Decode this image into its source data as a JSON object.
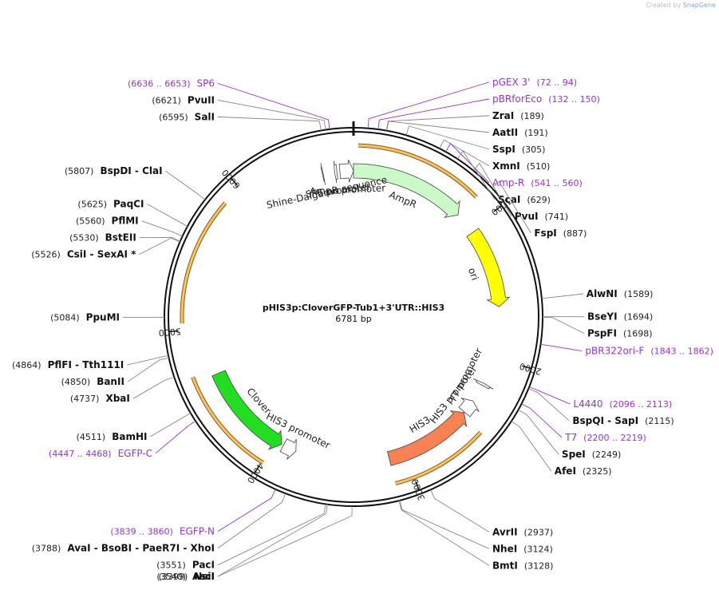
{
  "credit": {
    "prefix": "Created by",
    "brand": "SnapGene"
  },
  "plasmid": {
    "name": "pHIS3p:CloverGFP-Tub1+3'UTR::HIS3",
    "length_label": "6781 bp",
    "length": 6781
  },
  "ticks": [
    {
      "pos": 1000,
      "label": "1000"
    },
    {
      "pos": 2000,
      "label": "2000"
    },
    {
      "pos": 3000,
      "label": "3000"
    },
    {
      "pos": 4000,
      "label": "4000"
    },
    {
      "pos": 5000,
      "label": "5000"
    },
    {
      "pos": 6000,
      "label": "6000"
    }
  ],
  "features": [
    {
      "id": "ampr-promoter",
      "label": "AmpR promoter",
      "start": 6680,
      "end": 6781,
      "dir": 1,
      "color": "#ffffff"
    },
    {
      "id": "ampr",
      "label": "AmpR",
      "start": 6781,
      "end": 861,
      "dir": 1,
      "color": "#ccf9c8"
    },
    {
      "id": "ori",
      "label": "ori",
      "start": 1030,
      "end": 1619,
      "dir": 1,
      "color": "#ffff00"
    },
    {
      "id": "t7-promoter",
      "label": "T7 promoter",
      "start": 2203,
      "end": 2222,
      "dir": -1,
      "color": "#ffffff"
    },
    {
      "id": "his3-promoter-right",
      "label": "HIS3 promoter",
      "start": 2356,
      "end": 2460,
      "dir": -1,
      "color": "#ffffff"
    },
    {
      "id": "his3",
      "label": "HIS3",
      "start": 2465,
      "end": 3124,
      "dir": -1,
      "color": "#f98255"
    },
    {
      "id": "his3-promoter-left",
      "label": "HIS3 promoter",
      "start": 3828,
      "end": 3930,
      "dir": -1,
      "color": "#ffffff"
    },
    {
      "id": "clover",
      "label": "Clover",
      "start": 3945,
      "end": 4660,
      "dir": -1,
      "color": "#22dd22"
    },
    {
      "id": "sp6-promoter",
      "label": "SP6 promoter",
      "start": 6640,
      "end": 6658,
      "dir": -1,
      "color": "#ffffff"
    },
    {
      "id": "shine-dalgarno",
      "label": "Shine-Dalgarno sequence",
      "start": 6550,
      "end": 6556,
      "dir": 1,
      "color": "#ffffff"
    }
  ],
  "orfs": [
    {
      "id": "orf-ampr",
      "start": 30,
      "end": 861
    },
    {
      "id": "orf-his3",
      "start": 2490,
      "end": 3124
    },
    {
      "id": "orf-clover",
      "start": 3990,
      "end": 4700
    },
    {
      "id": "orf-left",
      "start": 5045,
      "end": 5870
    }
  ],
  "sites": [
    {
      "name": "SP6",
      "pos": "(6636 .. 6653)",
      "primer": true,
      "mid": 6644
    },
    {
      "name": "pGEX 3'",
      "pos": "(72 .. 94)",
      "primer": true,
      "mid": 83
    },
    {
      "name": "pBRforEco",
      "pos": "(132 .. 150)",
      "primer": true,
      "mid": 141
    },
    {
      "name": "PvuII",
      "pos": "(6621)",
      "primer": false,
      "mid": 6621
    },
    {
      "name": "SalI",
      "pos": "(6595)",
      "primer": false,
      "mid": 6595
    },
    {
      "name": "ZraI",
      "pos": "(189)",
      "primer": false,
      "mid": 189
    },
    {
      "name": "AatII",
      "pos": "(191)",
      "primer": false,
      "mid": 191
    },
    {
      "name": "SspI",
      "pos": "(305)",
      "primer": false,
      "mid": 305
    },
    {
      "name": "XmnI",
      "pos": "(510)",
      "primer": false,
      "mid": 510
    },
    {
      "name": "Amp-R",
      "pos": "(541 .. 560)",
      "primer": true,
      "mid": 550
    },
    {
      "name": "ScaI",
      "pos": "(629)",
      "primer": false,
      "mid": 629
    },
    {
      "name": "PvuI",
      "pos": "(741)",
      "primer": false,
      "mid": 741
    },
    {
      "name": "FspI",
      "pos": "(887)",
      "primer": false,
      "mid": 887
    },
    {
      "name": "BspDI  -  ClaI",
      "pos": "(5807)",
      "primer": false,
      "mid": 5807
    },
    {
      "name": "PaqCI",
      "pos": "(5625)",
      "primer": false,
      "mid": 5625
    },
    {
      "name": "PflMI",
      "pos": "(5560)",
      "primer": false,
      "mid": 5560
    },
    {
      "name": "BstEII",
      "pos": "(5530)",
      "primer": false,
      "mid": 5530
    },
    {
      "name": "CsiI  -  SexAI *",
      "pos": "(5526)",
      "primer": false,
      "mid": 5526
    },
    {
      "name": "AlwNI",
      "pos": "(1589)",
      "primer": false,
      "mid": 1589
    },
    {
      "name": "BseYI",
      "pos": "(1694)",
      "primer": false,
      "mid": 1694
    },
    {
      "name": "PspFI",
      "pos": "(1698)",
      "primer": false,
      "mid": 1698
    },
    {
      "name": "PpuMI",
      "pos": "(5084)",
      "primer": false,
      "mid": 5084
    },
    {
      "name": "pBR322ori-F",
      "pos": "(1843 .. 1862)",
      "primer": true,
      "mid": 1852
    },
    {
      "name": "PflFI  -  Tth111I",
      "pos": "(4864)",
      "primer": false,
      "mid": 4864
    },
    {
      "name": "BanII",
      "pos": "(4850)",
      "primer": false,
      "mid": 4850
    },
    {
      "name": "L4440",
      "pos": "(2096 .. 2113)",
      "primer": true,
      "mid": 2104
    },
    {
      "name": "BspQI  -  SapI",
      "pos": "(2115)",
      "primer": false,
      "mid": 2115
    },
    {
      "name": "XbaI",
      "pos": "(4737)",
      "primer": false,
      "mid": 4737
    },
    {
      "name": "T7",
      "pos": "(2200 .. 2219)",
      "primer": true,
      "mid": 2210
    },
    {
      "name": "SpeI",
      "pos": "(2249)",
      "primer": false,
      "mid": 2249
    },
    {
      "name": "BamHI",
      "pos": "(4511)",
      "primer": false,
      "mid": 4511
    },
    {
      "name": "AfeI",
      "pos": "(2325)",
      "primer": false,
      "mid": 2325
    },
    {
      "name": "EGFP-C",
      "pos": "(4447 .. 4468)",
      "primer": true,
      "mid": 4457
    },
    {
      "name": "EGFP-N",
      "pos": "(3839 .. 3860)",
      "primer": true,
      "mid": 3850
    },
    {
      "name": "AvaI  -  BsoBI  -  PaeR7I  -  XhoI",
      "pos": "(3788)",
      "primer": false,
      "mid": 3788
    },
    {
      "name": "AvrII",
      "pos": "(2937)",
      "primer": false,
      "mid": 2937
    },
    {
      "name": "PacI",
      "pos": "(3551)",
      "primer": false,
      "mid": 3551
    },
    {
      "name": "NheI",
      "pos": "(3124)",
      "primer": false,
      "mid": 3124
    },
    {
      "name": "AscI",
      "pos": "(3540)",
      "primer": false,
      "mid": 3540
    },
    {
      "name": "BmtI",
      "pos": "(3128)",
      "primer": false,
      "mid": 3128
    },
    {
      "name": "NsiI",
      "pos": "(3399)",
      "primer": false,
      "mid": 3399
    }
  ]
}
